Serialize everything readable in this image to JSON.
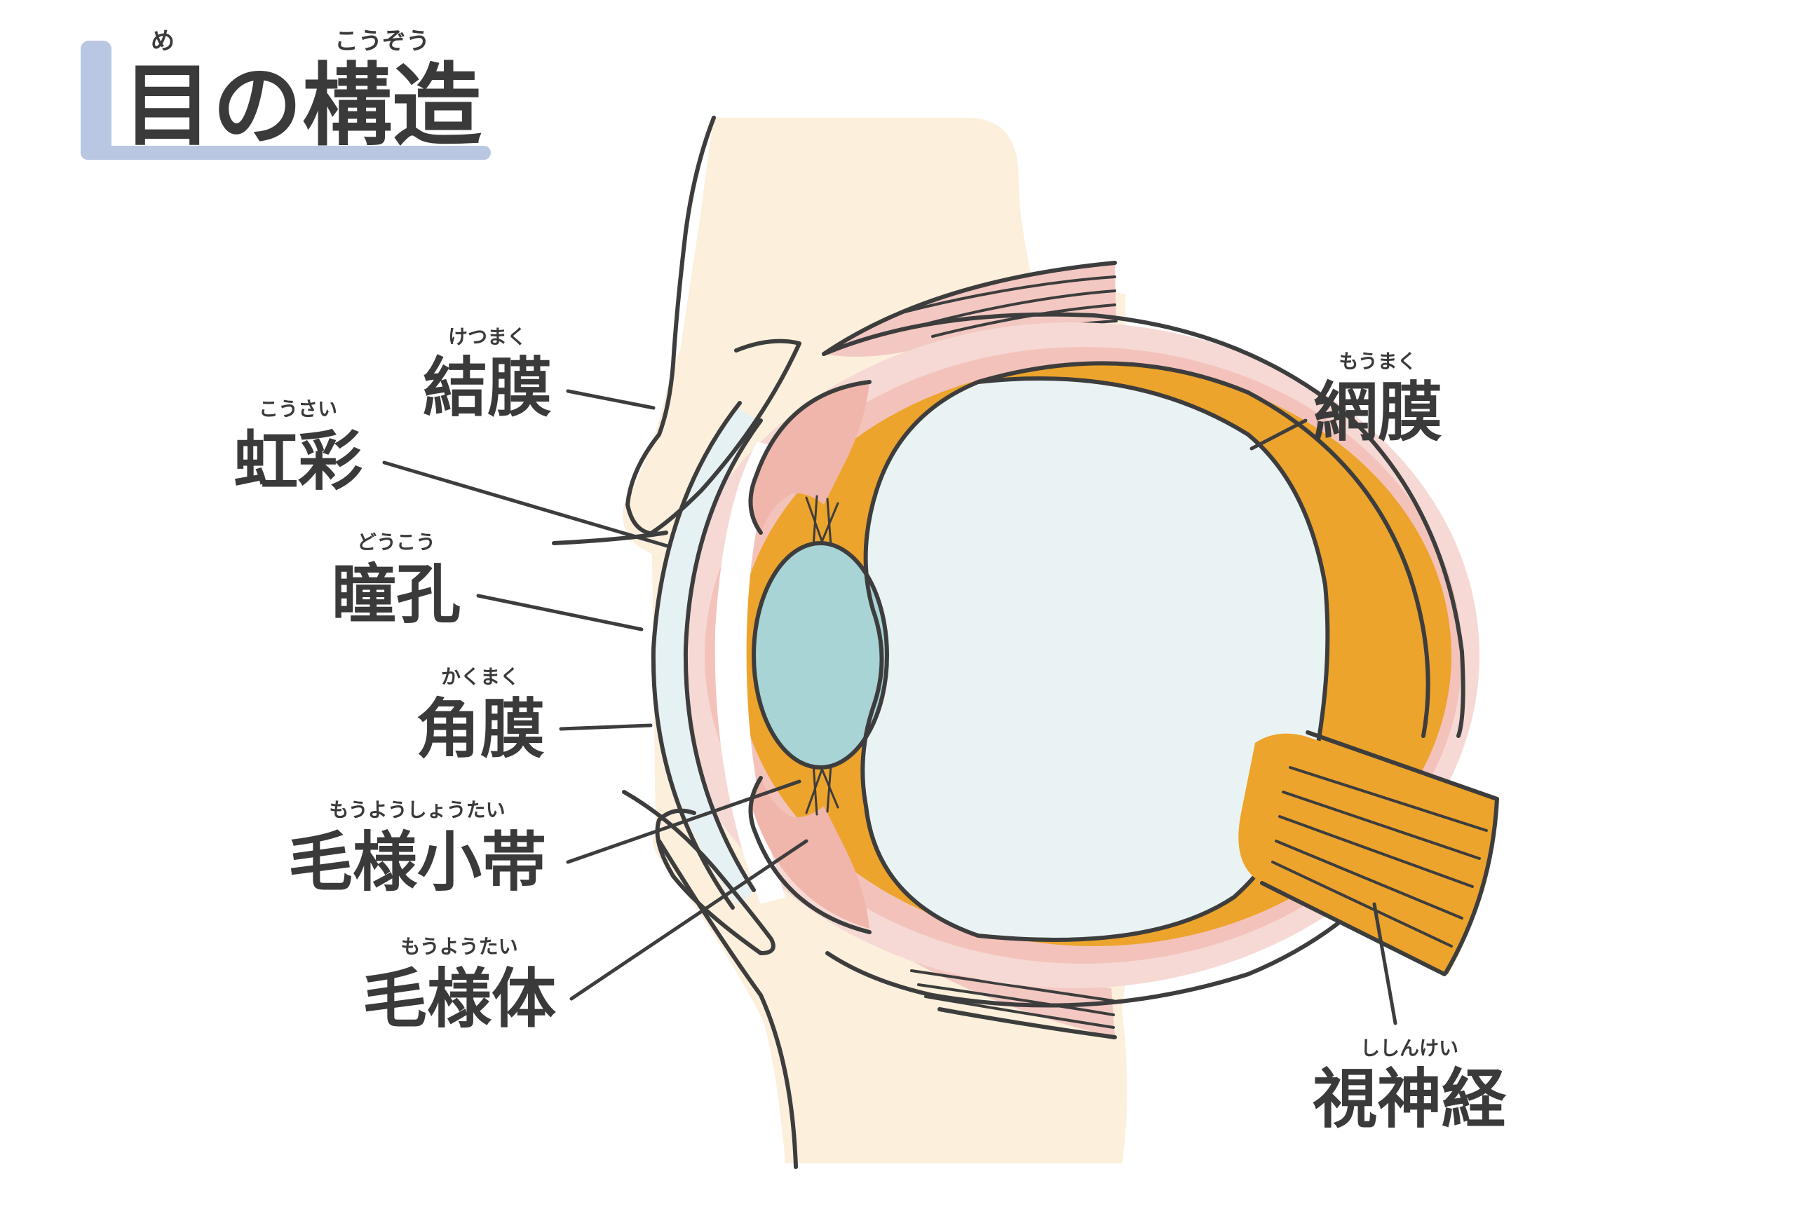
{
  "title": {
    "text": "目の構造",
    "ruby": [
      {
        "base": "目",
        "reading": "め"
      },
      {
        "base": "構造",
        "reading": "こうぞう"
      }
    ]
  },
  "colors": {
    "skin": "#fcefdc",
    "sclera": "#f6d9d4",
    "choroid": "#f1b6ab",
    "lens": "#a9d4d6",
    "vitreous": "#eaf3f4",
    "cornea": "#e6f1f4",
    "retina": "#eca42c",
    "outline": "#3d3d3d",
    "title_bar": "#b9c7e3"
  },
  "labels": [
    {
      "id": "conjunctiva",
      "text": "結膜",
      "reading": "けつまく"
    },
    {
      "id": "iris",
      "text": "虹彩",
      "reading": "こうさい"
    },
    {
      "id": "pupil",
      "text": "瞳孔",
      "reading": "どうこう"
    },
    {
      "id": "cornea",
      "text": "角膜",
      "reading": "かくまく"
    },
    {
      "id": "zonule",
      "text": "毛様小帯",
      "reading": "もうようしょうたい"
    },
    {
      "id": "ciliary-body",
      "text": "毛様体",
      "reading": "もうようたい"
    },
    {
      "id": "retina",
      "text": "網膜",
      "reading": "もうまく"
    },
    {
      "id": "optic-nerve",
      "text": "視神経",
      "reading": "ししんけい"
    }
  ]
}
